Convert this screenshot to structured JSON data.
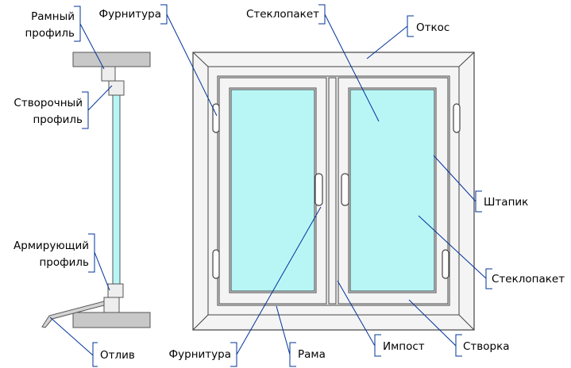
{
  "colors": {
    "line": "#003399",
    "outline": "#444444",
    "frame_fill": "#f4f4f4",
    "glass": "#b8f6f6",
    "sill_gray": "#c8c8c8",
    "background": "#ffffff"
  },
  "labels": {
    "ramny_profil_1": "Рамный",
    "ramny_profil_2": "профиль",
    "stvorochny_1": "Створочный",
    "stvorochny_2": "профиль",
    "armiruyushchy_1": "Армирующий",
    "armiruyushchy_2": "профиль",
    "otliv": "Отлив",
    "furnitura_top": "Фурнитура",
    "furnitura_bottom": "Фурнитура",
    "steklopaket_top": "Стеклопакет",
    "otkos": "Откос",
    "shtapik": "Штапик",
    "steklopaket_right": "Стеклопакет",
    "rama": "Рама",
    "impost": "Импост",
    "stvorka": "Створка"
  }
}
